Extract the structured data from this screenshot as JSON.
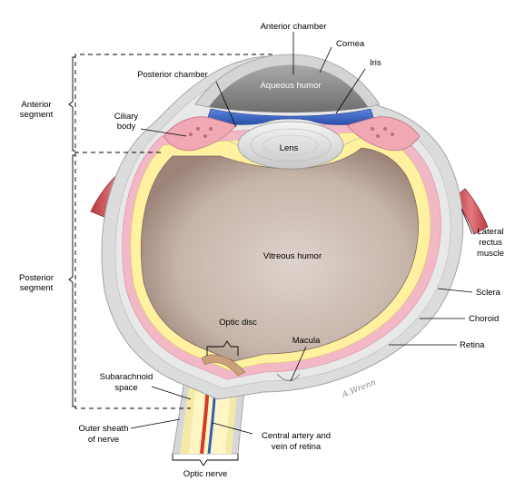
{
  "labels": {
    "anterior_chamber": "Anterior chamber",
    "cornea": "Cornea",
    "iris": "Iris",
    "posterior_chamber": "Posterior chamber",
    "aqueous_humor": "Aqueous humor",
    "ciliary_body_1": "Ciliary",
    "ciliary_body_2": "body",
    "lens": "Lens",
    "anterior_segment_1": "Anterior",
    "anterior_segment_2": "segment",
    "posterior_segment_1": "Posterior",
    "posterior_segment_2": "segment",
    "vitreous_humor": "Vitreous humor",
    "lateral_rectus_1": "Lateral",
    "lateral_rectus_2": "rectus",
    "lateral_rectus_3": "muscle",
    "sclera": "Sclera",
    "choroid": "Choroid",
    "retina": "Retina",
    "optic_disc": "Optic disc",
    "macula": "Macula",
    "subarachnoid_1": "Subarachnoid",
    "subarachnoid_2": "space",
    "outer_sheath_1": "Outer sheath",
    "outer_sheath_2": "of nerve",
    "central_artery_1": "Central artery and",
    "central_artery_2": "vein of retina",
    "optic_nerve": "Optic nerve"
  },
  "signature": "A.Wrenn",
  "colors": {
    "sclera": "#d9d9d9",
    "choroid": "#f2b8c6",
    "retina": "#fff3a8",
    "vitreous": "#c9b8ae",
    "aqueous": "#8c8c8c",
    "iris": "#3b63c9",
    "muscle": "#c8474f",
    "artery": "#d23a2a",
    "vein": "#2f5fb8"
  }
}
